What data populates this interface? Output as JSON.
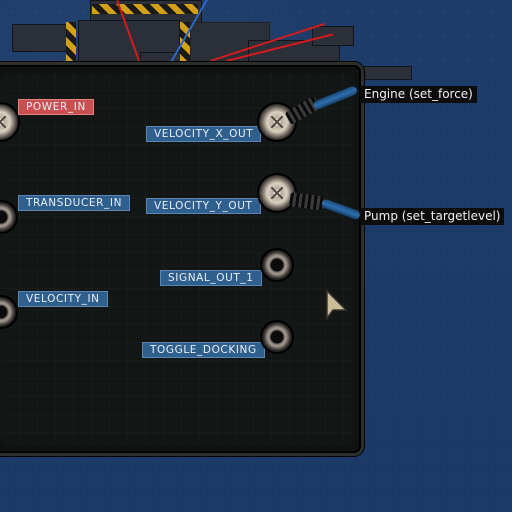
{
  "inputs": [
    {
      "id": "power",
      "label": "POWER_IN"
    },
    {
      "id": "transducer",
      "label": "TRANSDUCER_IN"
    },
    {
      "id": "velocity",
      "label": "VELOCITY_IN"
    }
  ],
  "outputs": [
    {
      "id": "vx",
      "label": "VELOCITY_X_OUT",
      "connected": true
    },
    {
      "id": "vy",
      "label": "VELOCITY_Y_OUT",
      "connected": true
    },
    {
      "id": "sig",
      "label": "SIGNAL_OUT_1",
      "connected": false
    },
    {
      "id": "dock",
      "label": "TOGGLE_DOCKING",
      "connected": false
    }
  ],
  "connections": [
    {
      "from": "VELOCITY_X_OUT",
      "to_label": "Engine (set_force)"
    },
    {
      "from": "VELOCITY_Y_OUT",
      "to_label": "Pump (set_targetlevel)"
    }
  ],
  "colors": {
    "label_bg": "#2f5f8c",
    "power_label_bg": "#c85050",
    "cable": "#2f6fae",
    "background": "#1f3f6e"
  }
}
